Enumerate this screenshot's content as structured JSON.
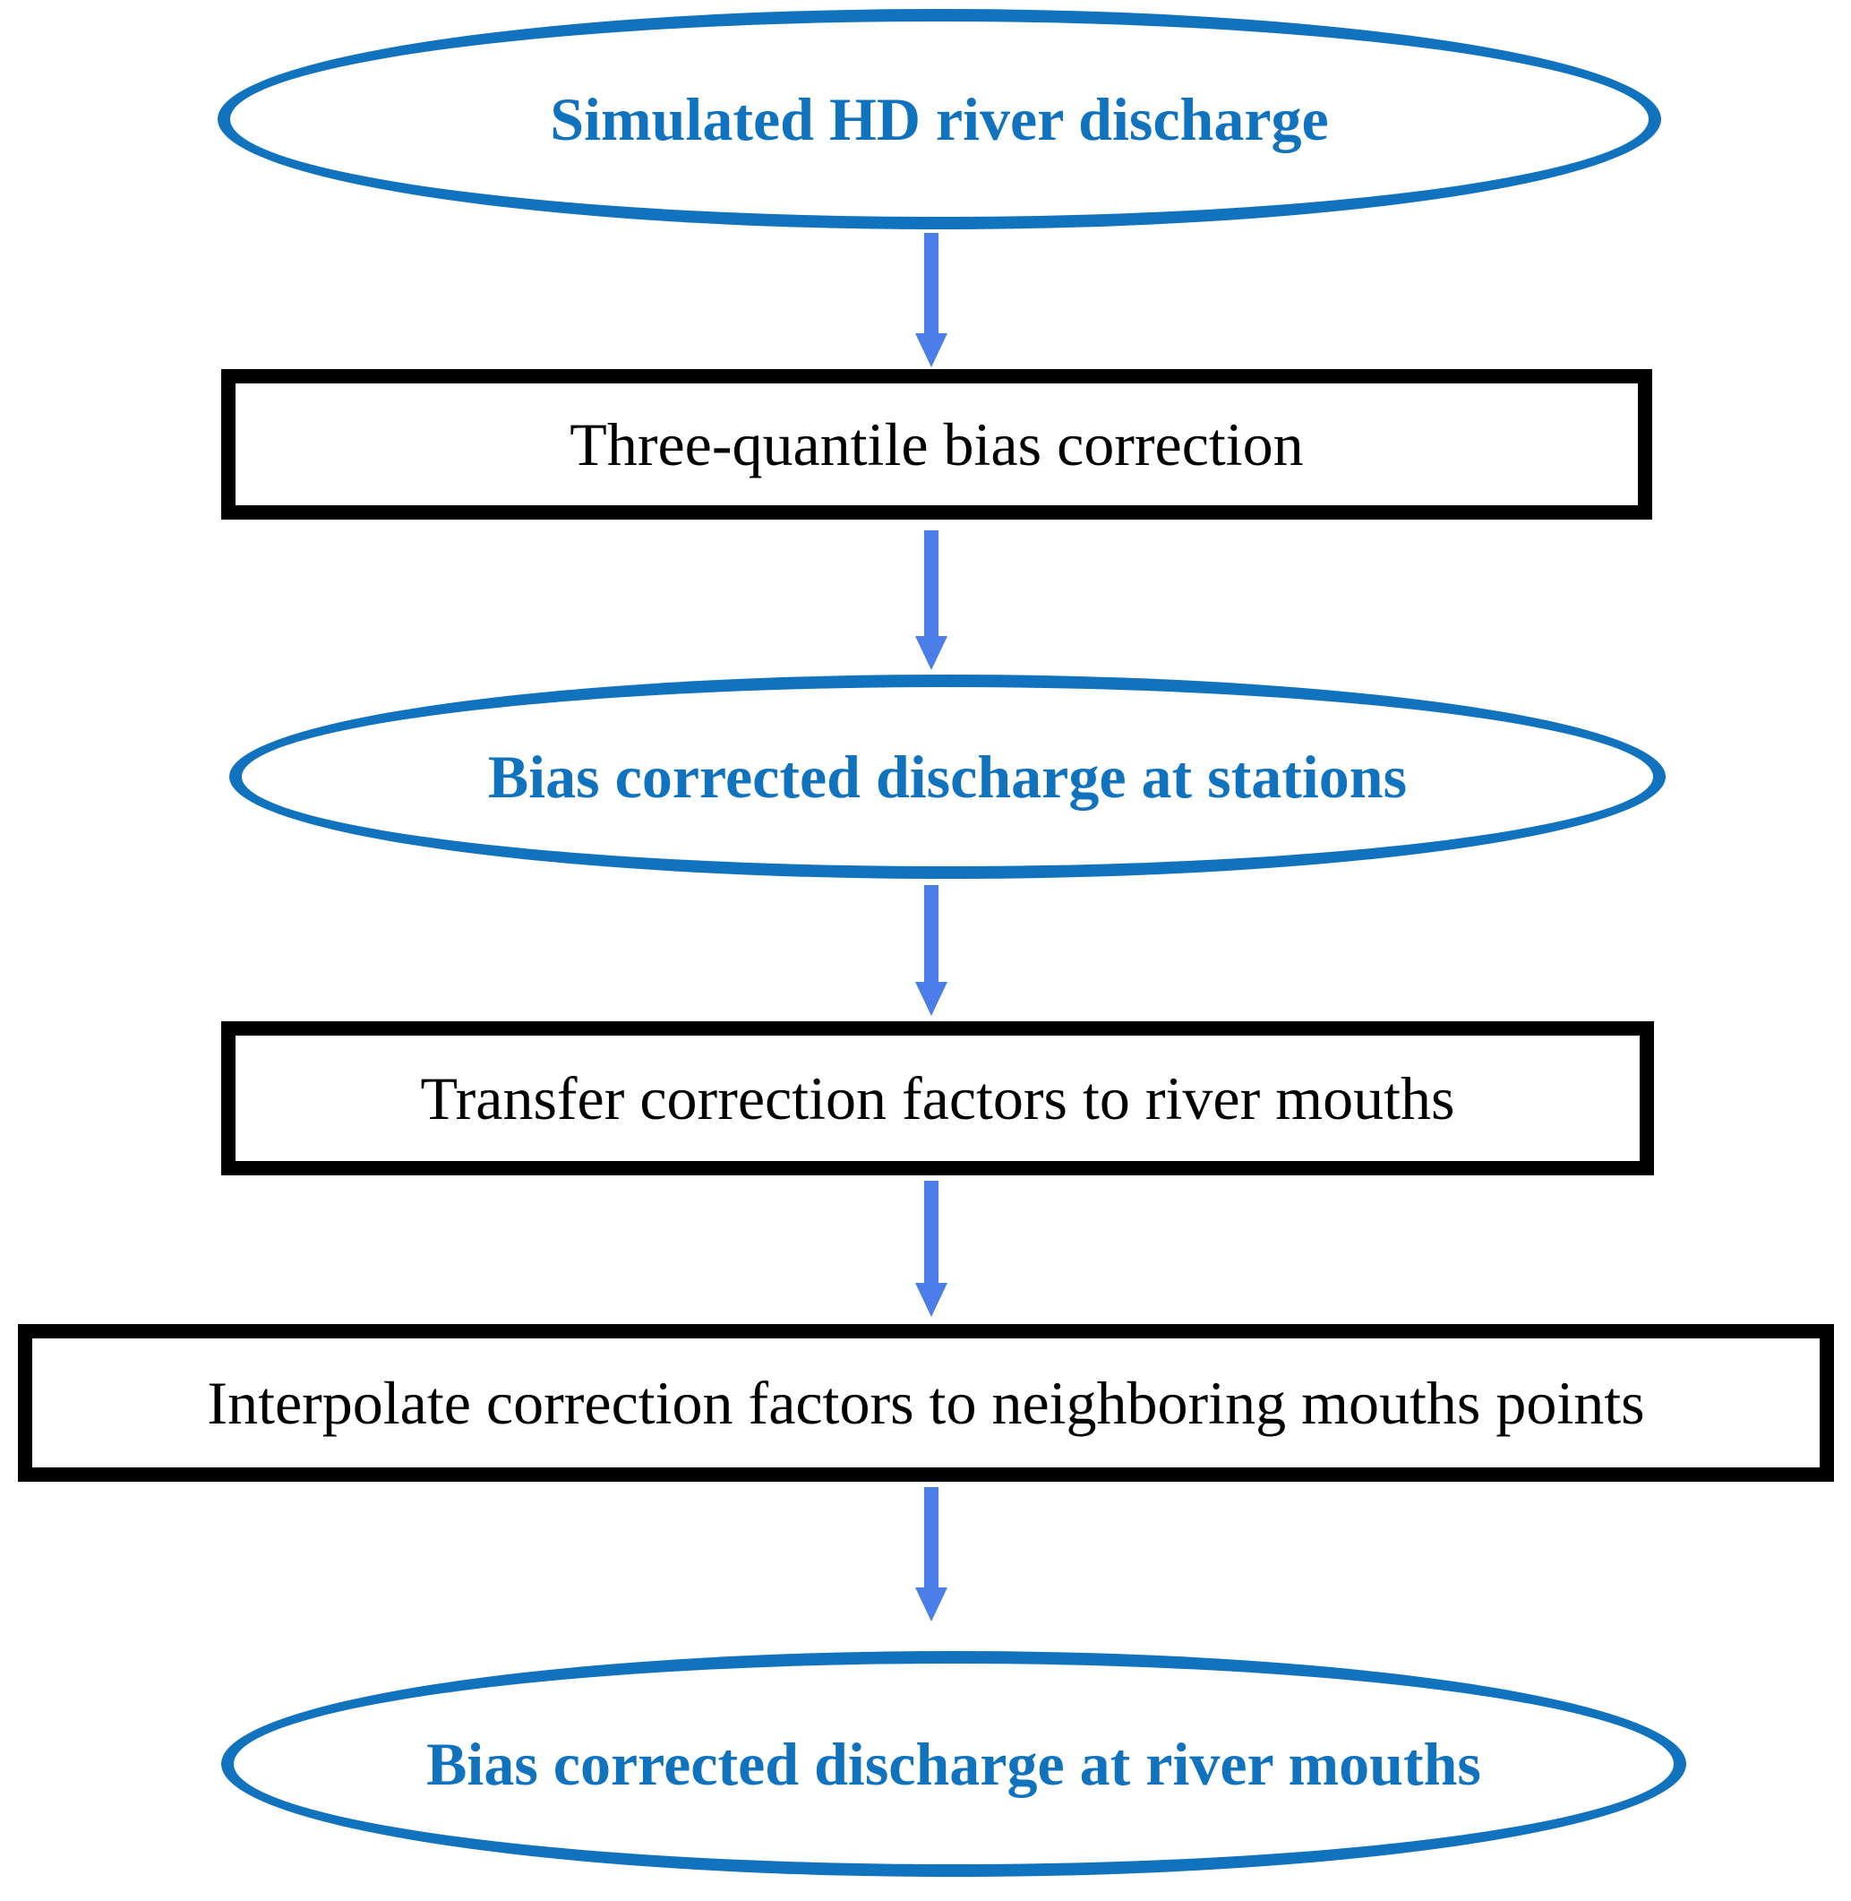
{
  "diagram": {
    "type": "flowchart",
    "direction": "top-to-bottom",
    "colors": {
      "ellipse_stroke": "#1172be",
      "ellipse_text": "#1172be",
      "box_stroke": "#000000",
      "box_text": "#000000",
      "arrow": "#4b7ee8",
      "background": "#ffffff"
    },
    "nodes": [
      {
        "id": "start",
        "shape": "ellipse",
        "label": "Simulated HD river discharge"
      },
      {
        "id": "step1",
        "shape": "rectangle",
        "label": "Three-quantile bias correction"
      },
      {
        "id": "interm1",
        "shape": "ellipse",
        "label": "Bias corrected discharge at stations"
      },
      {
        "id": "step2",
        "shape": "rectangle",
        "label": "Transfer correction factors to river mouths"
      },
      {
        "id": "step3",
        "shape": "rectangle",
        "label": "Interpolate correction factors to neighboring mouths points"
      },
      {
        "id": "end",
        "shape": "ellipse",
        "label": "Bias corrected discharge at river mouths"
      }
    ],
    "edges": [
      {
        "from": "start",
        "to": "step1",
        "style": "arrow-down"
      },
      {
        "from": "step1",
        "to": "interm1",
        "style": "arrow-down"
      },
      {
        "from": "interm1",
        "to": "step2",
        "style": "arrow-down"
      },
      {
        "from": "step2",
        "to": "step3",
        "style": "arrow-down"
      },
      {
        "from": "step3",
        "to": "end",
        "style": "arrow-down"
      }
    ]
  }
}
